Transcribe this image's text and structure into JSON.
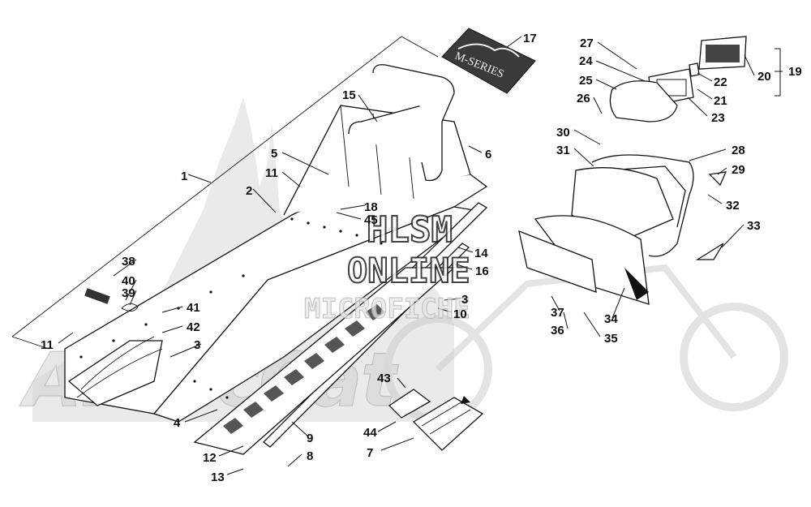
{
  "watermark": {
    "line1": "HLSM",
    "line2": "ONLINE",
    "line3": "MICROFICHE",
    "logo": "ArcticCat"
  },
  "decal_text": "M-SERIES",
  "callouts": [
    {
      "id": "c1",
      "label": "1"
    },
    {
      "id": "c2",
      "label": "2"
    },
    {
      "id": "c3a",
      "label": "3"
    },
    {
      "id": "c3b",
      "label": "3"
    },
    {
      "id": "c4",
      "label": "4"
    },
    {
      "id": "c5",
      "label": "5"
    },
    {
      "id": "c6",
      "label": "6"
    },
    {
      "id": "c7",
      "label": "7"
    },
    {
      "id": "c8",
      "label": "8"
    },
    {
      "id": "c9",
      "label": "9"
    },
    {
      "id": "c10",
      "label": "10"
    },
    {
      "id": "c11a",
      "label": "11"
    },
    {
      "id": "c11b",
      "label": "11"
    },
    {
      "id": "c12",
      "label": "12"
    },
    {
      "id": "c13",
      "label": "13"
    },
    {
      "id": "c14",
      "label": "14"
    },
    {
      "id": "c15",
      "label": "15"
    },
    {
      "id": "c16",
      "label": "16"
    },
    {
      "id": "c17",
      "label": "17"
    },
    {
      "id": "c18",
      "label": "18"
    },
    {
      "id": "c19",
      "label": "19"
    },
    {
      "id": "c20",
      "label": "20"
    },
    {
      "id": "c21",
      "label": "21"
    },
    {
      "id": "c22",
      "label": "22"
    },
    {
      "id": "c23",
      "label": "23"
    },
    {
      "id": "c24",
      "label": "24"
    },
    {
      "id": "c25",
      "label": "25"
    },
    {
      "id": "c26",
      "label": "26"
    },
    {
      "id": "c27",
      "label": "27"
    },
    {
      "id": "c28",
      "label": "28"
    },
    {
      "id": "c29",
      "label": "29"
    },
    {
      "id": "c30",
      "label": "30"
    },
    {
      "id": "c31",
      "label": "31"
    },
    {
      "id": "c32",
      "label": "32"
    },
    {
      "id": "c33",
      "label": "33"
    },
    {
      "id": "c34",
      "label": "34"
    },
    {
      "id": "c35",
      "label": "35"
    },
    {
      "id": "c36",
      "label": "36"
    },
    {
      "id": "c37",
      "label": "37"
    },
    {
      "id": "c38",
      "label": "38"
    },
    {
      "id": "c39",
      "label": "39"
    },
    {
      "id": "c40",
      "label": "40"
    },
    {
      "id": "c41",
      "label": "41"
    },
    {
      "id": "c42",
      "label": "42"
    },
    {
      "id": "c43",
      "label": "43"
    },
    {
      "id": "c44",
      "label": "44"
    },
    {
      "id": "c45",
      "label": "45"
    }
  ]
}
